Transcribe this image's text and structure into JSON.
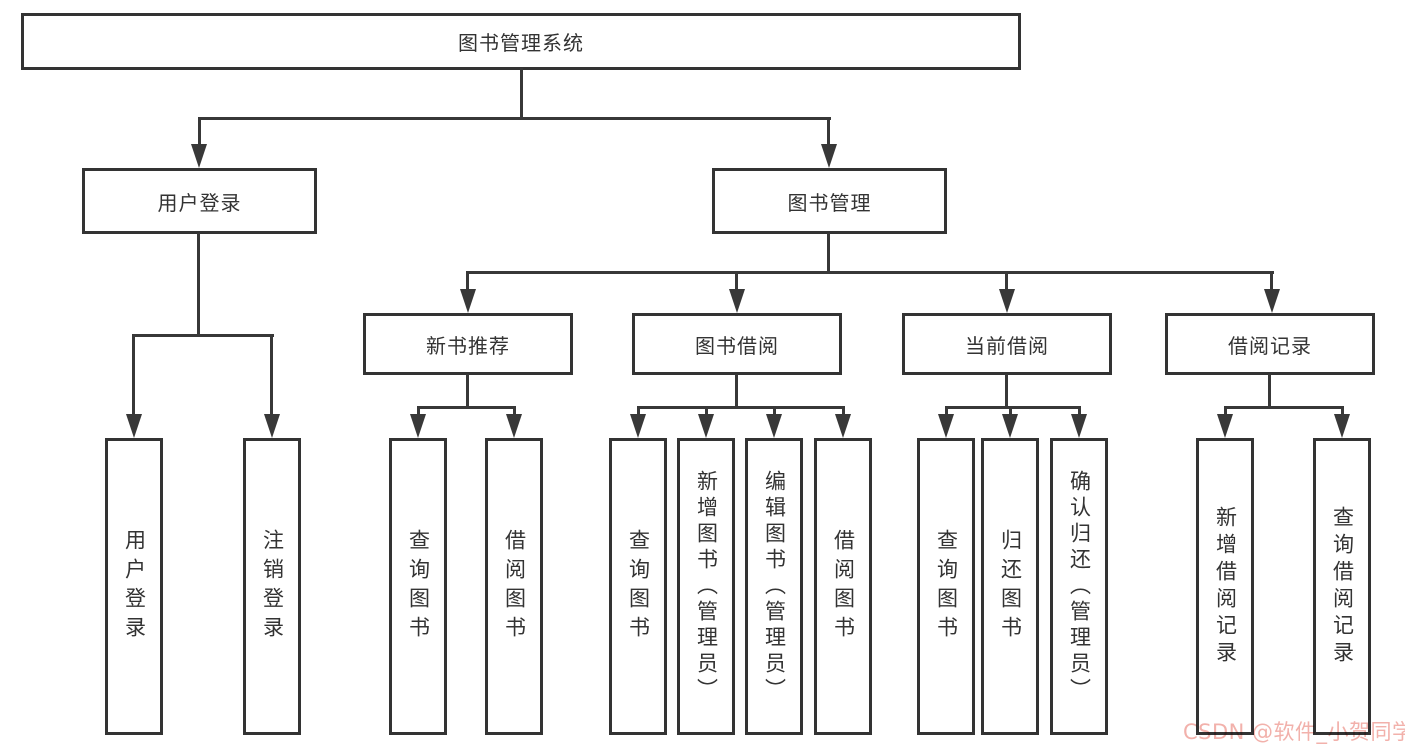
{
  "diagram": {
    "root": {
      "label": "图书管理系统"
    },
    "level2": [
      {
        "label": "用户登录"
      },
      {
        "label": "图书管理"
      }
    ],
    "level3": [
      {
        "label": "新书推荐"
      },
      {
        "label": "图书借阅"
      },
      {
        "label": "当前借阅"
      },
      {
        "label": "借阅记录"
      }
    ],
    "leaves": {
      "user_login": [
        {
          "label": "用户登录"
        },
        {
          "label": "注销登录"
        }
      ],
      "new_book": [
        {
          "label": "查询图书"
        },
        {
          "label": "借阅图书"
        }
      ],
      "book_borrow": [
        {
          "label": "查询图书"
        },
        {
          "label": "新增图书（管理员）"
        },
        {
          "label": "编辑图书（管理员）"
        },
        {
          "label": "借阅图书"
        }
      ],
      "current_borrow": [
        {
          "label": "查询图书"
        },
        {
          "label": "归还图书"
        },
        {
          "label": "确认归还（管理员）"
        }
      ],
      "borrow_records": [
        {
          "label": "新增借阅记录"
        },
        {
          "label": "查询借阅记录"
        }
      ]
    }
  },
  "watermark": {
    "text": "CSDN @软件_小贺同学",
    "color": "#f2b1ab"
  },
  "colors": {
    "line": "#383838",
    "border": "#333333",
    "text": "#333333",
    "background": "#ffffff"
  }
}
